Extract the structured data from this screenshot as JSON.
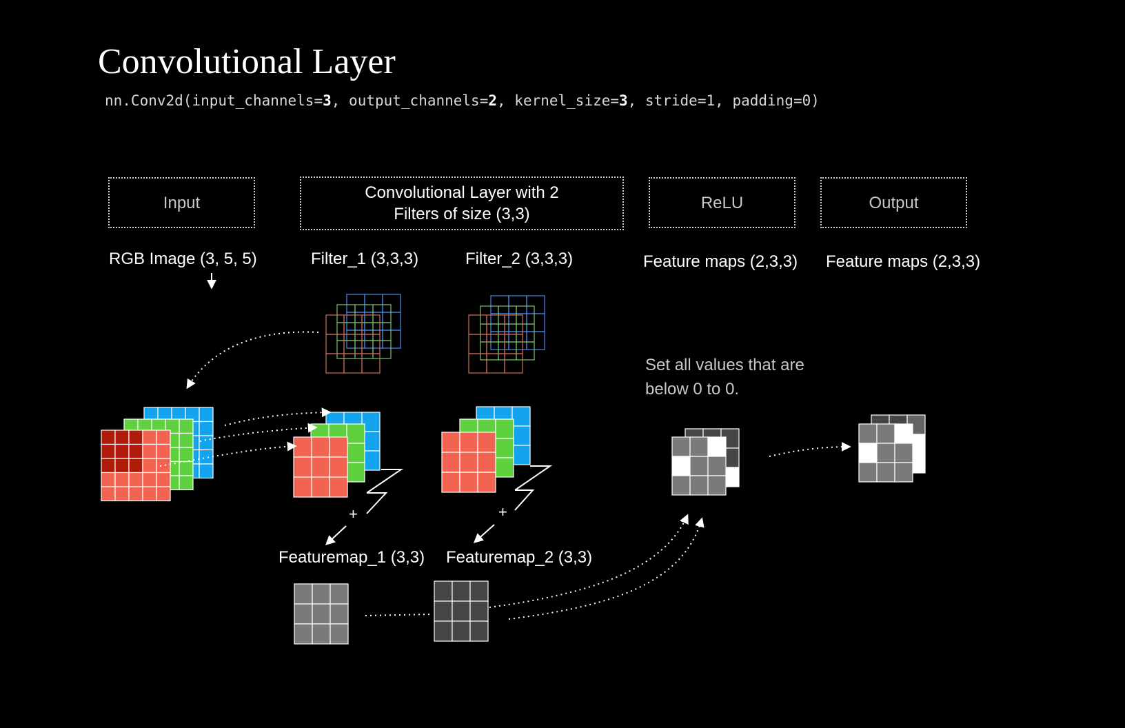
{
  "title": "Convolutional Layer",
  "code": {
    "prefix": "nn.Conv2d(",
    "params": [
      {
        "name": "input_channels=",
        "value": "3",
        "sep": ", "
      },
      {
        "name": "output_channels=",
        "value": "2",
        "sep": ", "
      },
      {
        "name": "kernel_size=",
        "value": "3",
        "sep": ", "
      },
      {
        "name": "stride=",
        "value": "1",
        "sep": ", "
      },
      {
        "name": "padding=",
        "value": "0",
        "sep": ""
      }
    ],
    "suffix": ")"
  },
  "stages": {
    "input": "Input",
    "conv_line1": "Convolutional Layer with 2",
    "conv_line2": "Filters of size (3,3)",
    "relu": "ReLU",
    "output": "Output"
  },
  "labels": {
    "rgb_image": "RGB Image (3, 5, 5)",
    "filter_1": "Filter_1 (3,3,3)",
    "filter_2": "Filter_2 (3,3,3)",
    "relu_maps": "Feature maps (2,3,3)",
    "output_maps": "Feature maps (2,3,3)",
    "featuremap_1": "Featuremap_1 (3,3)",
    "featuremap_2": "Featuremap_2 (3,3)",
    "plus_1": "+",
    "plus_2": "+"
  },
  "relu_note": {
    "line1": "Set all values that are",
    "line2": "below 0 to 0."
  },
  "colors": {
    "red": "#f26451",
    "dark_red": "#b01a08",
    "green": "#5fd13e",
    "blue": "#14a4ee",
    "filter_red": "#d0705c",
    "filter_green": "#7cc46a",
    "filter_blue": "#4a8df0",
    "grey": "#7a7a7a",
    "dark_grey": "#454545",
    "mid_grey": "#646464",
    "white": "#ffffff"
  }
}
